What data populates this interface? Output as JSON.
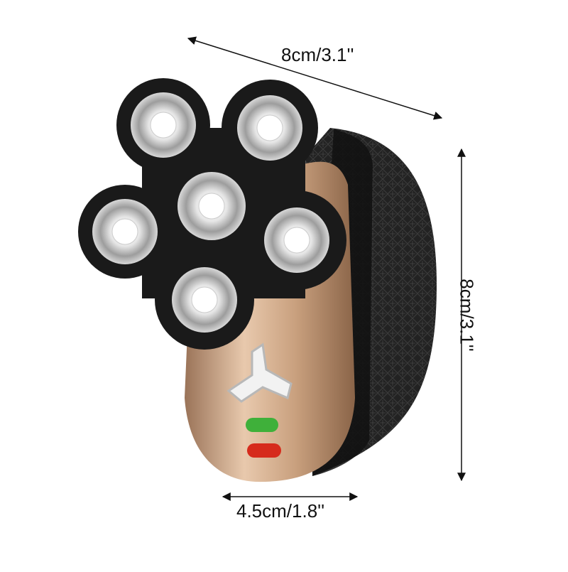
{
  "dimensions": {
    "length": "8cm/3.1''",
    "height": "8cm/3.1''",
    "base_width": "4.5cm/1.8''"
  },
  "product": {
    "icon": "rotary-shaver-six-head-icon",
    "indicators": [
      {
        "name": "battery-indicator",
        "color": "#3fb03a"
      },
      {
        "name": "charging-indicator",
        "color": "#d62b1c"
      }
    ],
    "colors": {
      "body_gold": "#c9a07e",
      "body_dark": "#1c1c1c",
      "head_ring": "#d9d9d9"
    }
  }
}
